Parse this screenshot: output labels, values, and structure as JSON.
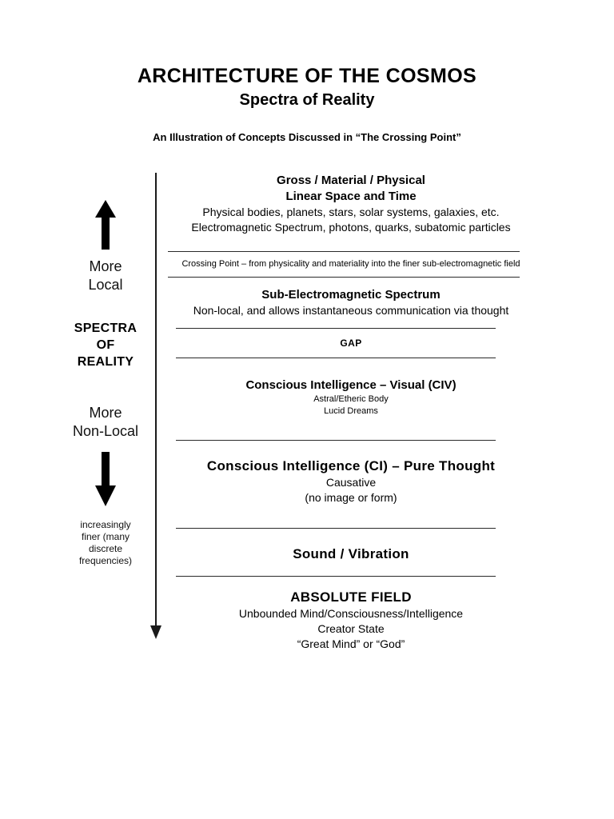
{
  "document": {
    "main_title": "ARCHITECTURE OF THE COSMOS",
    "sub_title": "Spectra of Reality",
    "illustration_note": "An Illustration of Concepts Discussed in “The Crossing Point”"
  },
  "axis": {
    "arrow_up_name": "up-arrow",
    "arrow_down_name": "down-arrow",
    "top_label_line1": "More",
    "top_label_line2": "Local",
    "center_label_line1": "SPECTRA",
    "center_label_line2": "OF",
    "center_label_line3": "REALITY",
    "bottom_label_line1": "More",
    "bottom_label_line2": "Non-Local",
    "fine_note_line1": "increasingly",
    "fine_note_line2": "finer (many",
    "fine_note_line3": "discrete",
    "fine_note_line4": "frequencies)"
  },
  "bands": [
    {
      "id": "gross-material-physical",
      "title_line1": "Gross / Material / Physical",
      "title_line2": "Linear Space and Time",
      "body_line1": "Physical bodies, planets, stars, solar systems, galaxies, etc.",
      "body_line2": "Electromagnetic Spectrum, photons, quarks, subatomic particles"
    },
    {
      "id": "crossing-point",
      "text": "Crossing Point – from physicality and materiality into the finer sub-electromagnetic field"
    },
    {
      "id": "sub-electromagnetic-spectrum",
      "title": "Sub-Electromagnetic Spectrum",
      "body_line1": "Non-local, and allows instantaneous communication via thought"
    },
    {
      "id": "gap",
      "title": "GAP"
    },
    {
      "id": "conscious-intelligence-visual",
      "title": "Conscious Intelligence – Visual (CIV)",
      "body_line1": "Astral/Etheric Body",
      "body_line2": "Lucid Dreams"
    },
    {
      "id": "conscious-intelligence-pure-thought",
      "title": "Conscious Intelligence (CI) – Pure Thought",
      "body_line1": "Causative",
      "body_line2": "(no image or form)"
    },
    {
      "id": "sound-vibration",
      "title": "Sound  / Vibration"
    },
    {
      "id": "absolute-field",
      "title": "ABSOLUTE FIELD",
      "body_line1": "Unbounded Mind/Consciousness/Intelligence",
      "body_line2": "Creator State",
      "body_line3": "“Great Mind” or “God”"
    }
  ],
  "colors": {
    "text": "#000000",
    "rule": "#2a2a2a",
    "background": "#ffffff"
  }
}
